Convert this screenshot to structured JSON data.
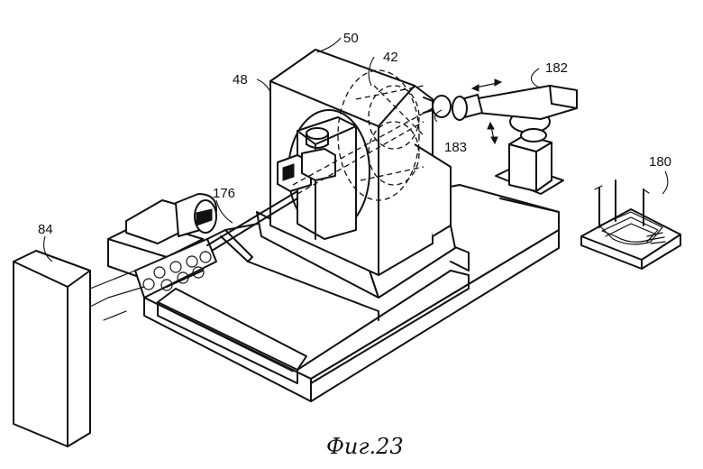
{
  "figure": {
    "caption": "Фиг.23",
    "labels": {
      "l50": "50",
      "l42": "42",
      "l48": "48",
      "l182": "182",
      "l183": "183",
      "l180": "180",
      "l176": "176",
      "l84": "84"
    }
  }
}
